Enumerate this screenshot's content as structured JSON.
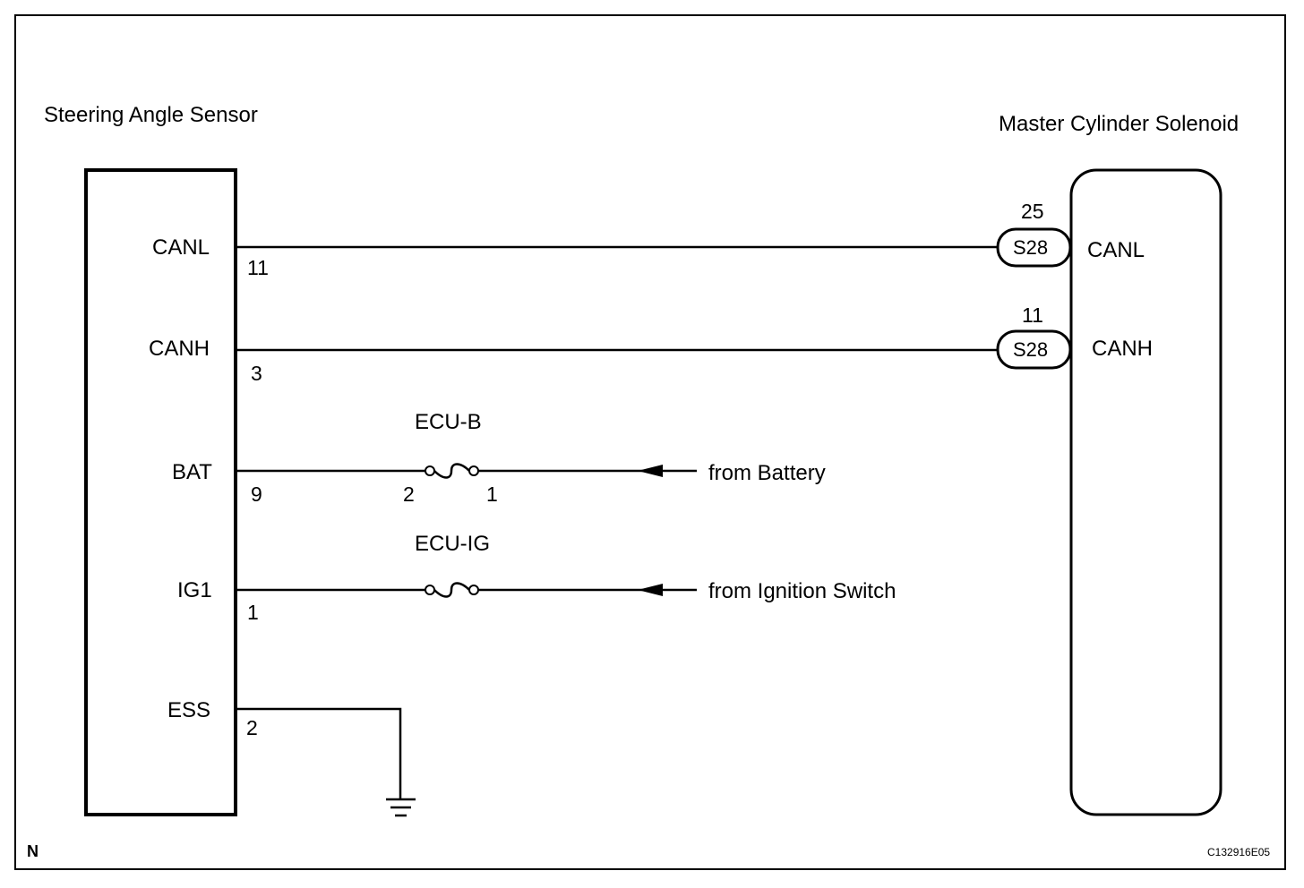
{
  "left_component": {
    "title": "Steering Angle Sensor",
    "pins": [
      {
        "name": "CANL",
        "number": "11"
      },
      {
        "name": "CANH",
        "number": "3"
      },
      {
        "name": "BAT",
        "number": "9"
      },
      {
        "name": "IG1",
        "number": "1"
      },
      {
        "name": "ESS",
        "number": "2"
      }
    ]
  },
  "right_component": {
    "title": "Master Cylinder Solenoid",
    "pins": [
      {
        "name": "CANL",
        "connector": "S28",
        "number": "25"
      },
      {
        "name": "CANH",
        "connector": "S28",
        "number": "11"
      }
    ]
  },
  "fuses": [
    {
      "label": "ECU-B",
      "terminal_left": "2",
      "terminal_right": "1",
      "source": "from Battery"
    },
    {
      "label": "ECU-IG",
      "source": "from Ignition Switch"
    }
  ],
  "ground_icon": "ground-symbol-icon",
  "corner_label": "N",
  "figure_code": "C132916E05"
}
